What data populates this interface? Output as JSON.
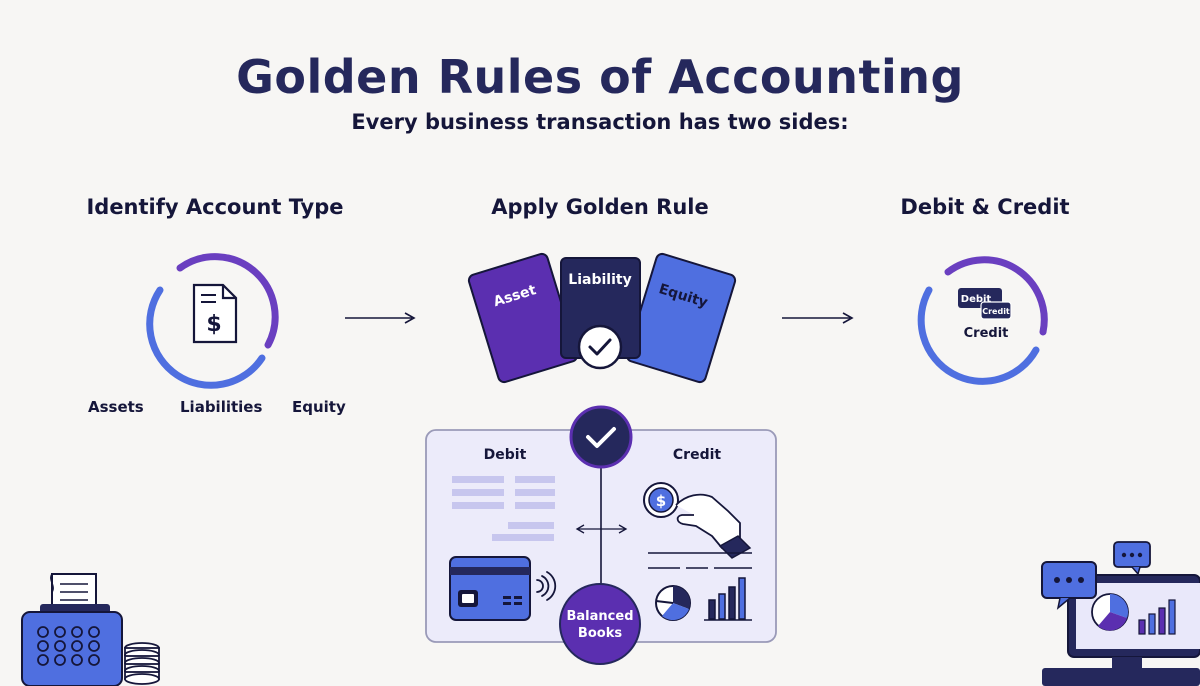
{
  "title": "Golden Rules of Accounting",
  "subtitle": "Every business transaction has two sides:",
  "steps": [
    {
      "title": "Identify Account Type"
    },
    {
      "title": "Apply Golden Rule"
    },
    {
      "title": "Debit & Credit"
    }
  ],
  "account_types": [
    "Assets",
    "Liabilities",
    "Equity"
  ],
  "rule_cards": [
    "Asset",
    "Liability",
    "Equity"
  ],
  "debit_credit_icon": {
    "debit": "Debit",
    "credit": "Credit",
    "caption": "Credit"
  },
  "ledger": {
    "debit_label": "Debit",
    "credit_label": "Credit",
    "balanced_line1": "Balanced",
    "balanced_line2": "Books"
  },
  "colors": {
    "navy": "#25285c",
    "purple": "#5b2fb0",
    "blue": "#4f6fe0",
    "light_purple": "#c7c6ee"
  }
}
